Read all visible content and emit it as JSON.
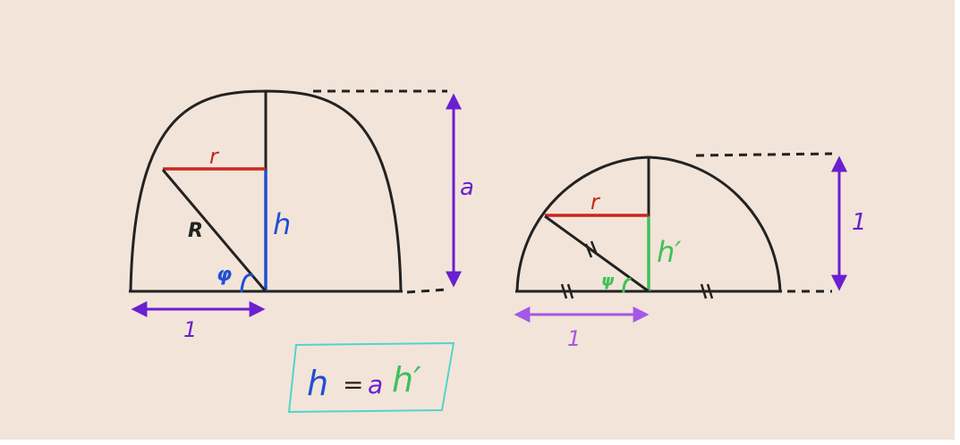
{
  "left_figure": {
    "label_r": "r",
    "label_R": "R",
    "label_h": "h",
    "label_phi": "φ",
    "label_a": "a",
    "label_base": "1"
  },
  "right_figure": {
    "label_r": "r",
    "label_h_prime": "h′",
    "label_psi": "ψ",
    "label_height": "1",
    "label_base": "1"
  },
  "formula": {
    "lhs": "h",
    "equals": "=",
    "coef": "a",
    "rhs": "h′"
  },
  "colors": {
    "background": "#f3e4d9",
    "ink": "#222222",
    "red": "#c8281e",
    "blue": "#1f4fd6",
    "purple": "#6a1fd0",
    "violet": "#a458e6",
    "green": "#3ec15a",
    "teal": "#4fd6c8"
  }
}
